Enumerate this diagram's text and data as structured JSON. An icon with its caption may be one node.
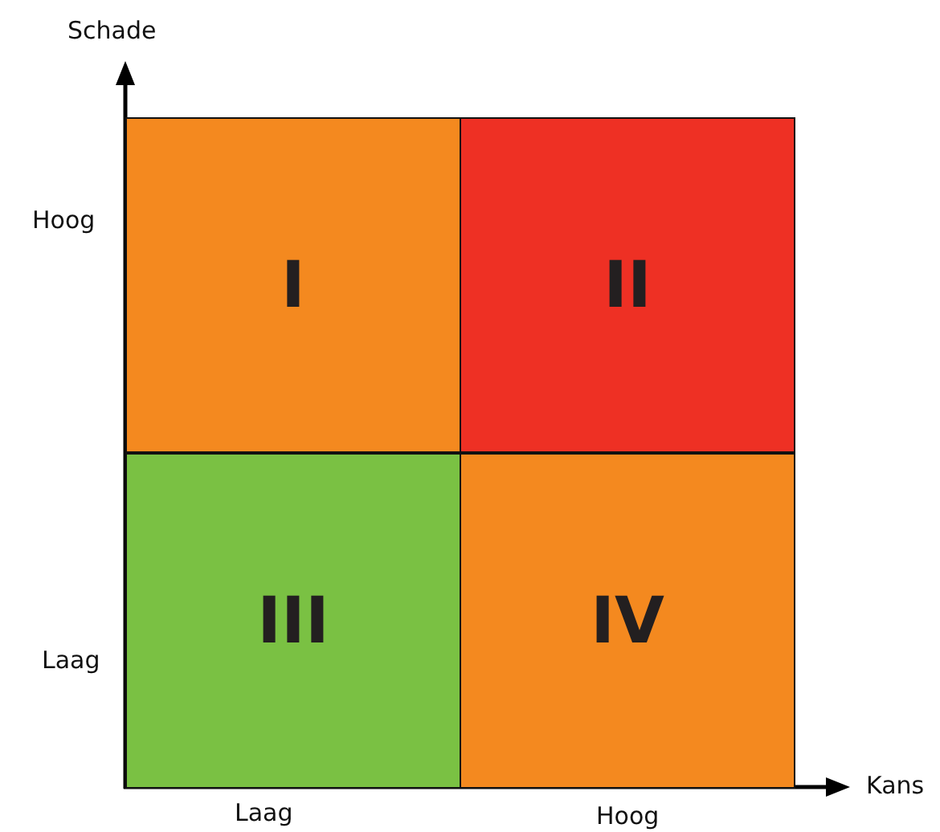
{
  "diagram": {
    "nodes": [
      {
        "text": [
          "I"
        ]
      },
      {
        "text": [
          "II"
        ]
      },
      {
        "text": [
          "III"
        ]
      },
      {
        "text": [
          "IV"
        ]
      }
    ],
    "edges": [],
    "labels": [
      "Schade",
      "Hoog",
      "Laag",
      "Kans",
      "Laag",
      "Hoog"
    ]
  }
}
